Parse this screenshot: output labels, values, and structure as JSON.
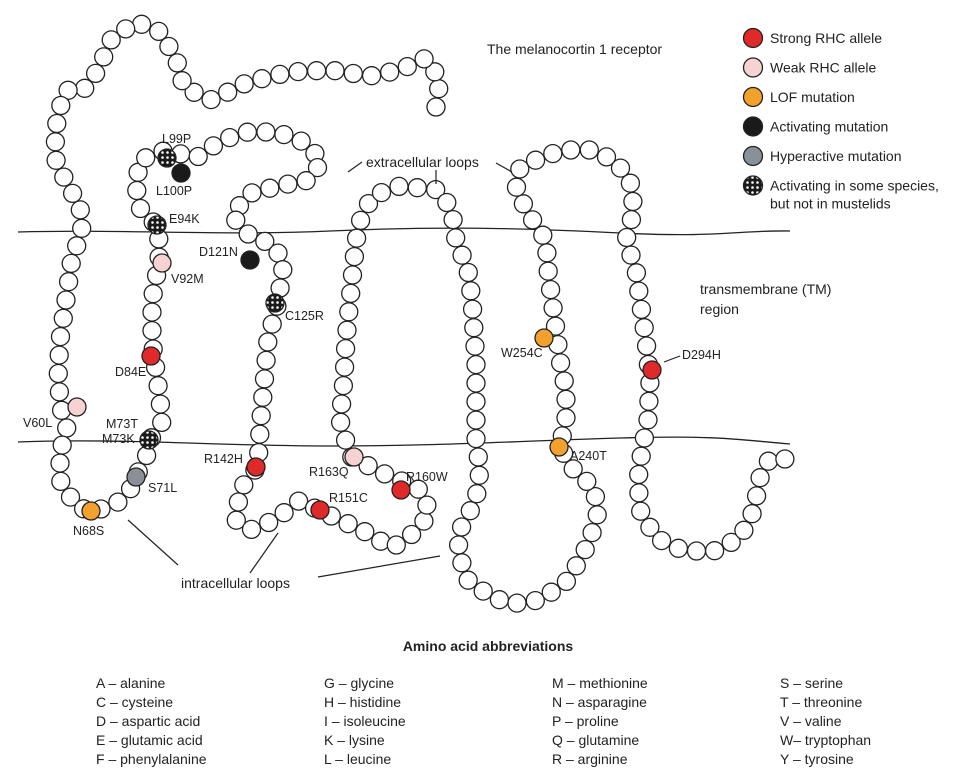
{
  "title": "The melanocortin 1 receptor",
  "labels": {
    "extracellular_loops": "extracellular loops",
    "intracellular_loops": "intracellular loops",
    "tm_region_line1": "transmembrane (TM)",
    "tm_region_line2": "region"
  },
  "legend": [
    {
      "key": "strong",
      "label": "Strong RHC allele",
      "fill": "#e02a2a"
    },
    {
      "key": "weak",
      "label": "Weak RHC allele",
      "fill": "#f7d2d2"
    },
    {
      "key": "lof",
      "label": "LOF mutation",
      "fill": "#f2a22c"
    },
    {
      "key": "activating",
      "label": "Activating mutation",
      "fill": "#1a1a1a"
    },
    {
      "key": "hyper",
      "label": "Hyperactive mutation",
      "fill": "#8a9097"
    },
    {
      "key": "species",
      "label": "Activating in some species,",
      "label2": "but not in mustelids",
      "fill": "#1a1a1a"
    }
  ],
  "mutations": [
    {
      "name": "L99P",
      "type": "species"
    },
    {
      "name": "L100P",
      "type": "activating"
    },
    {
      "name": "E94K",
      "type": "species"
    },
    {
      "name": "V92M",
      "type": "weak"
    },
    {
      "name": "D121N",
      "type": "activating"
    },
    {
      "name": "C125R",
      "type": "species"
    },
    {
      "name": "D84E",
      "type": "strong"
    },
    {
      "name": "V60L",
      "type": "weak"
    },
    {
      "name": "M73T",
      "type": "none"
    },
    {
      "name": "M73K",
      "type": "species"
    },
    {
      "name": "S71L",
      "type": "hyper"
    },
    {
      "name": "N68S",
      "type": "lof"
    },
    {
      "name": "R142H",
      "type": "strong"
    },
    {
      "name": "R163Q",
      "type": "weak"
    },
    {
      "name": "R160W",
      "type": "strong"
    },
    {
      "name": "R151C",
      "type": "strong"
    },
    {
      "name": "W254C",
      "type": "lof"
    },
    {
      "name": "A240T",
      "type": "lof"
    },
    {
      "name": "D294H",
      "type": "strong"
    }
  ],
  "abbreviations_title": "Amino acid abbreviations",
  "abbreviations": [
    [
      "A – alanine",
      "C – cysteine",
      "D – aspartic acid",
      "E – glutamic acid",
      "F – phenylalanine"
    ],
    [
      "G – glycine",
      "H – histidine",
      "I  – isoleucine",
      "K – lysine",
      "L – leucine"
    ],
    [
      "M – methionine",
      "N – asparagine",
      "P – proline",
      "Q – glutamine",
      "R – arginine"
    ],
    [
      "S – serine",
      "T – threonine",
      "V – valine",
      "W– tryptophan",
      "Y – tyrosine"
    ]
  ]
}
